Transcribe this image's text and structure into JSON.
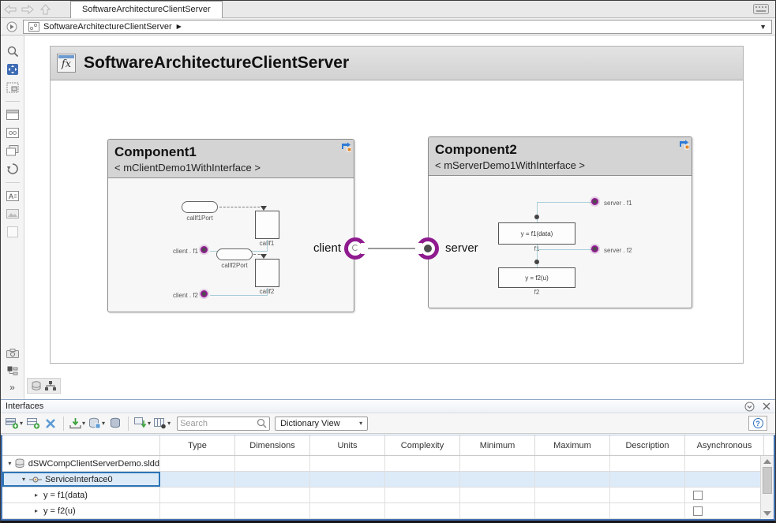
{
  "chrome": {
    "tab_title": "SoftwareArchitectureClientServer",
    "breadcrumb_title": "SoftwareArchitectureClientServer",
    "breadcrumb_arrow": "▶",
    "dropdown_arrow": "▼",
    "expander": "»"
  },
  "canvas": {
    "title": "SoftwareArchitectureClientServer",
    "fx": "fx",
    "client_label": "client",
    "server_label": "server",
    "comp1": {
      "name": "Component1",
      "ref": "< mClientDemo1WithInterface >",
      "callf1Port": "callf1Port",
      "callf1": "callf1",
      "callf2Port": "callf2Port",
      "callf2": "callf2",
      "client_f1": "client . f1",
      "client_f2": "client . f2"
    },
    "comp2": {
      "name": "Component2",
      "ref": "< mServerDemo1WithInterface >",
      "f1_expr": "y = f1(data)",
      "f1": "f1",
      "f2_expr": "y = f2(u)",
      "f2": "f2",
      "server_f1": "server . f1",
      "server_f2": "server . f2"
    }
  },
  "panel": {
    "title": "Interfaces",
    "search_placeholder": "Search",
    "view_selector": "Dictionary View",
    "help": "?",
    "columns": [
      "Type",
      "Dimensions",
      "Units",
      "Complexity",
      "Minimum",
      "Maximum",
      "Description",
      "Asynchronous"
    ],
    "rows": [
      {
        "caret": "▾",
        "label": "dSWCompClientServerDemo.sldd"
      },
      {
        "caret": "▾",
        "label": "ServiceInterface0"
      },
      {
        "caret": "▸",
        "label": "y = f1(data)"
      },
      {
        "caret": "▸",
        "label": "y = f2(u)"
      }
    ]
  },
  "colors": {
    "port_purple": "#8f1b8f",
    "selection_blue": "#2e75b6",
    "connector_blue": "#a9ced9",
    "link_badge_blue": "#2f7bd6",
    "link_badge_orange": "#e08a2e"
  }
}
